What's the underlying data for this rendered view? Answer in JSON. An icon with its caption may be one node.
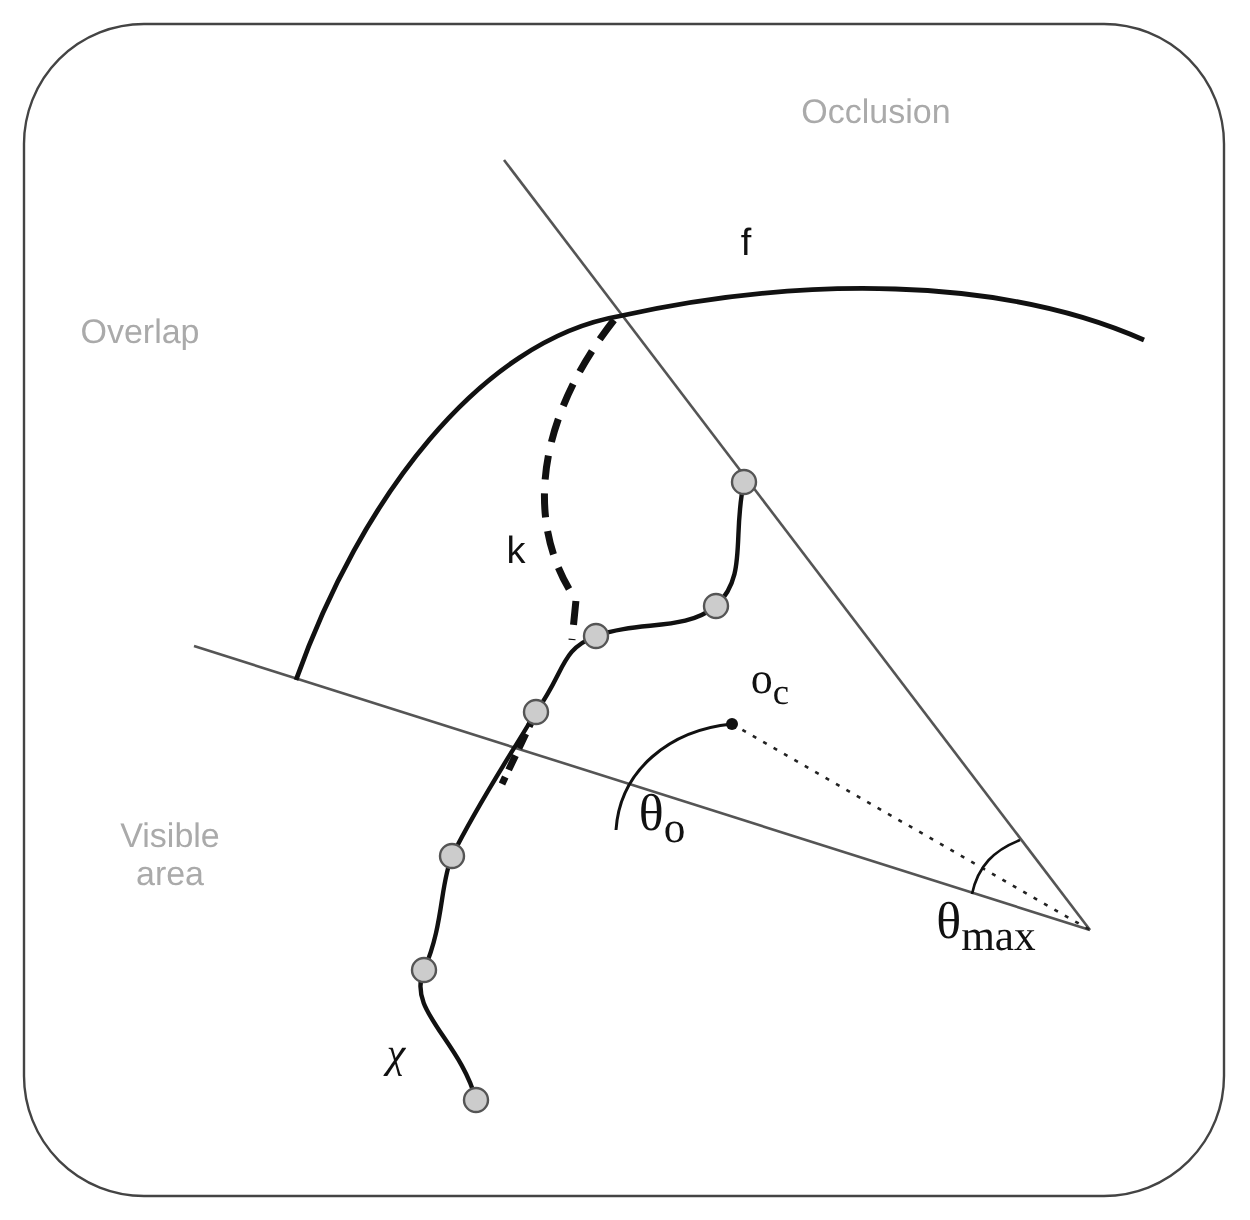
{
  "diagram": {
    "labels": [
      "Occlusion",
      "f",
      "Overlap",
      "k",
      "o$_{c}$",
      "Visible area",
      "θ$_{o}$",
      "θ$_{max}$",
      "χ"
    ]
  }
}
